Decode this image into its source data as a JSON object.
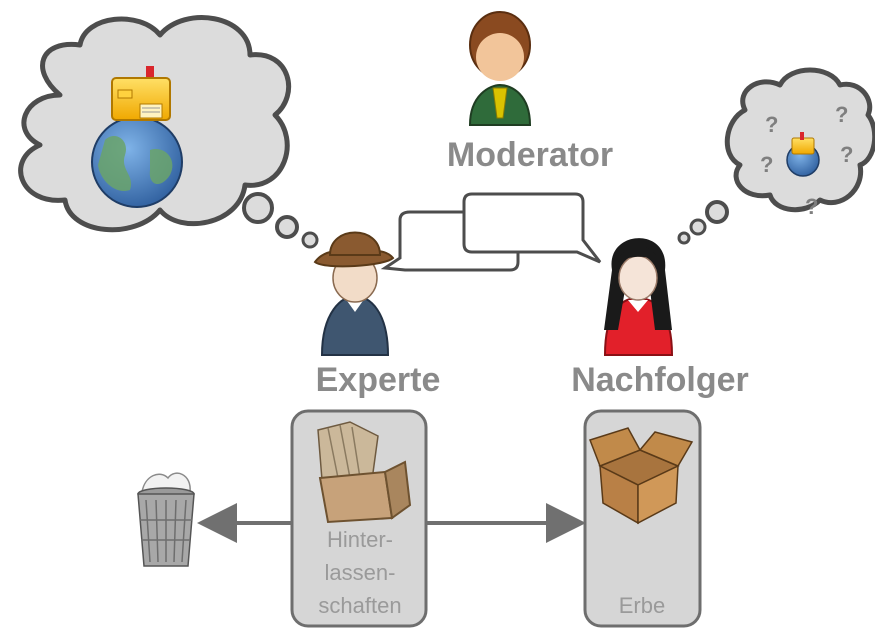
{
  "roles": {
    "moderator": "Moderator",
    "expert": "Experte",
    "successor": "Nachfolger"
  },
  "boxes": {
    "left_lines": [
      "Hinter-",
      "lassen-",
      "schaften"
    ],
    "right_label": "Erbe"
  },
  "thought_marks": [
    "?",
    "?",
    "?",
    "?",
    "?"
  ],
  "colors": {
    "label_gray": "#8a8a8a",
    "cloud_fill": "#dcdcdc",
    "cloud_stroke": "#4d4d4d",
    "box_fill": "#d6d6d6",
    "arrow": "#707070"
  },
  "icons": [
    "cloud",
    "globe-icon",
    "factory-icon",
    "moderator-person-icon",
    "expert-person-icon",
    "successor-person-icon",
    "speech-bubble-icon",
    "open-box-icon",
    "moving-box-icon",
    "trash-bin-icon"
  ]
}
